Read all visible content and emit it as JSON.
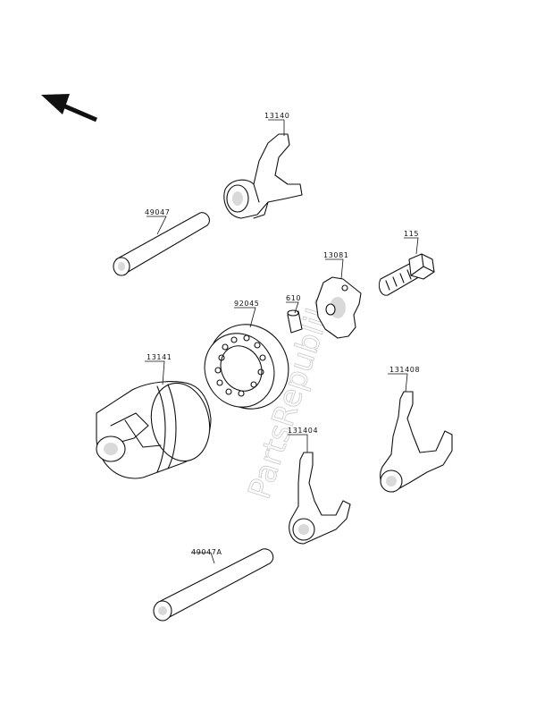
{
  "watermark": "PartsRepublik",
  "parts": [
    {
      "id": "shift-fork-13140",
      "number": "13140"
    },
    {
      "id": "shaft-49047",
      "number": "49047"
    },
    {
      "id": "bolt-115",
      "number": "115"
    },
    {
      "id": "plate-13081",
      "number": "13081"
    },
    {
      "id": "pin-610",
      "number": "610"
    },
    {
      "id": "bearing-92045",
      "number": "92045"
    },
    {
      "id": "drum-13141",
      "number": "13141"
    },
    {
      "id": "shift-fork-131408",
      "number": "131408"
    },
    {
      "id": "shift-fork-131404",
      "number": "131404"
    },
    {
      "id": "shaft-49047a",
      "number": "49047A"
    }
  ],
  "colors": {
    "ink": "#111111",
    "paper": "#ffffff",
    "shade": "#d9d9d9",
    "watermark": "#c9c9c9"
  },
  "icons": {
    "direction": "front-arrow-icon"
  }
}
